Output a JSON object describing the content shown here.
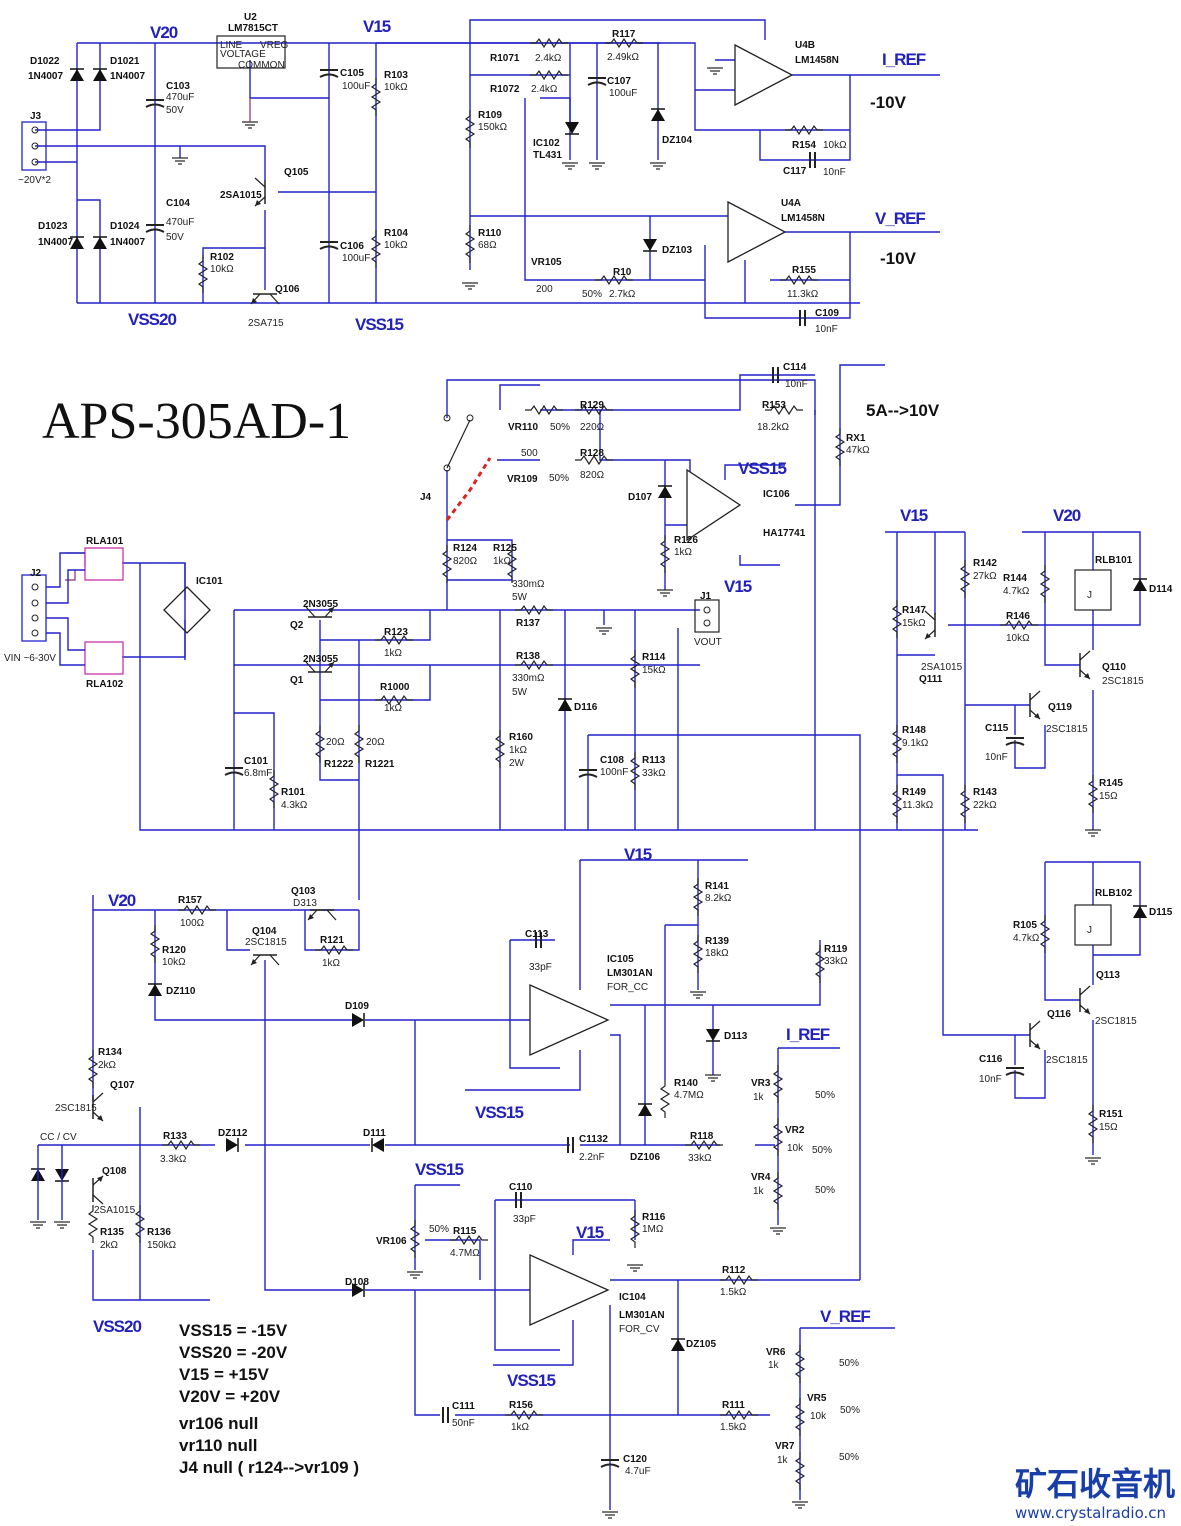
{
  "title": "APS-305AD-1",
  "output_spec": "5A-->10V",
  "nets": {
    "v20": "V20",
    "v15": "V15",
    "vss20": "VSS20",
    "vss15": "VSS15",
    "i_ref": "I_REF",
    "v_ref": "V_REF",
    "minus10v": "-10V"
  },
  "connectors": {
    "j3": {
      "ref": "J3",
      "value": "~20V*2"
    },
    "j2": {
      "ref": "J2",
      "value": "VIN ~6-30V"
    },
    "j1": {
      "ref": "J1",
      "value": "VOUT"
    },
    "j4": {
      "ref": "J4"
    }
  },
  "ics": {
    "u2": {
      "ref": "U2",
      "value": "LM7815CT",
      "pin_line": "LINE",
      "pin_voltage": "VOLTAGE",
      "pin_vreg": "VREG",
      "pin_common": "COMMON"
    },
    "u4b": {
      "ref": "U4B",
      "value": "LM1458N"
    },
    "u4a": {
      "ref": "U4A",
      "value": "LM1458N"
    },
    "ic102": {
      "ref": "IC102",
      "value": "TL431"
    },
    "ic101": {
      "ref": "IC101"
    },
    "ic106": {
      "ref": "IC106",
      "value": "HA17741"
    },
    "ic105": {
      "ref": "IC105",
      "value": "LM301AN",
      "role": "FOR_CC"
    },
    "ic104": {
      "ref": "IC104",
      "value": "LM301AN",
      "role": "FOR_CV"
    }
  },
  "diodes": {
    "d1022": {
      "ref": "D1022",
      "value": "1N4007"
    },
    "d1021": {
      "ref": "D1021",
      "value": "1N4007"
    },
    "d1023": {
      "ref": "D1023",
      "value": "1N4007"
    },
    "d1024": {
      "ref": "D1024",
      "value": "1N4007"
    },
    "dz104": {
      "ref": "DZ104"
    },
    "dz103": {
      "ref": "DZ103"
    },
    "d107": {
      "ref": "D107"
    },
    "d116": {
      "ref": "D116"
    },
    "d114": {
      "ref": "D114"
    },
    "d115": {
      "ref": "D115"
    },
    "dz110": {
      "ref": "DZ110"
    },
    "d109": {
      "ref": "D109"
    },
    "dz112": {
      "ref": "DZ112"
    },
    "d111": {
      "ref": "D111"
    },
    "d113": {
      "ref": "D113"
    },
    "dz106": {
      "ref": "DZ106"
    },
    "d108": {
      "ref": "D108"
    },
    "dz105": {
      "ref": "DZ105"
    },
    "led_label": "CC / CV"
  },
  "capacitors": {
    "c103": {
      "ref": "C103",
      "value": "470uF",
      "rating": "50V"
    },
    "c104": {
      "ref": "C104",
      "value": "470uF",
      "rating": "50V"
    },
    "c105": {
      "ref": "C105",
      "value": "100uF"
    },
    "c106": {
      "ref": "C106",
      "value": "100uF"
    },
    "c107": {
      "ref": "C107",
      "value": "100uF"
    },
    "c117": {
      "ref": "C117",
      "value": "10nF"
    },
    "c109": {
      "ref": "C109",
      "value": "10nF"
    },
    "c114": {
      "ref": "C114",
      "value": "10nF"
    },
    "c101": {
      "ref": "C101",
      "value": "6.8mF"
    },
    "c108": {
      "ref": "C108",
      "value": "100nF"
    },
    "c115": {
      "ref": "C115",
      "value": "10nF"
    },
    "c116": {
      "ref": "C116",
      "value": "10nF"
    },
    "c113": {
      "ref": "C113",
      "value": "33pF"
    },
    "c1132": {
      "ref": "C1132",
      "value": "2.2nF"
    },
    "c110": {
      "ref": "C110",
      "value": "33pF"
    },
    "c111": {
      "ref": "C111",
      "value": "50nF"
    },
    "c120": {
      "ref": "C120",
      "value": "4.7uF"
    }
  },
  "resistors": {
    "r103": {
      "ref": "R103",
      "value": "10kΩ"
    },
    "r104": {
      "ref": "R104",
      "value": "10kΩ"
    },
    "r102": {
      "ref": "R102",
      "value": "10kΩ"
    },
    "r1071": {
      "ref": "R1071",
      "value": "2.4kΩ"
    },
    "r1072": {
      "ref": "R1072",
      "value": "2.4kΩ"
    },
    "r117": {
      "ref": "R117",
      "value": "2.49kΩ"
    },
    "r109": {
      "ref": "R109",
      "value": "150kΩ"
    },
    "r110": {
      "ref": "R110",
      "value": "68Ω"
    },
    "r10": {
      "ref": "R10",
      "value": "2.7kΩ"
    },
    "r154": {
      "ref": "R154",
      "value": "10kΩ"
    },
    "r155": {
      "ref": "R155",
      "value": "11.3kΩ"
    },
    "r129": {
      "ref": "R129",
      "value": "220Ω"
    },
    "r128": {
      "ref": "R128",
      "value": "820Ω"
    },
    "r153": {
      "ref": "R153",
      "value": "18.2kΩ"
    },
    "rx1": {
      "ref": "RX1",
      "value": "47kΩ"
    },
    "r124": {
      "ref": "R124",
      "value": "820Ω"
    },
    "r125": {
      "ref": "R125",
      "value": "1kΩ"
    },
    "r126": {
      "ref": "R126",
      "value": "1kΩ"
    },
    "r137": {
      "ref": "R137",
      "value": "330mΩ",
      "rating": "5W"
    },
    "r138": {
      "ref": "R138",
      "value": "330mΩ",
      "rating": "5W"
    },
    "r123": {
      "ref": "R123",
      "value": "1kΩ"
    },
    "r1000": {
      "ref": "R1000",
      "value": "1kΩ"
    },
    "r1222": {
      "ref": "R1222",
      "value": "20Ω"
    },
    "r1221": {
      "ref": "R1221",
      "value": "20Ω"
    },
    "r101": {
      "ref": "R101",
      "value": "4.3kΩ"
    },
    "r160": {
      "ref": "R160",
      "value": "1kΩ",
      "rating": "2W"
    },
    "r114": {
      "ref": "R114",
      "value": "15kΩ"
    },
    "r113": {
      "ref": "R113",
      "value": "33kΩ"
    },
    "r142": {
      "ref": "R142",
      "value": "27kΩ"
    },
    "r144": {
      "ref": "R144",
      "value": "4.7kΩ"
    },
    "r147": {
      "ref": "R147",
      "value": "15kΩ"
    },
    "r146": {
      "ref": "R146",
      "value": "10kΩ"
    },
    "r148": {
      "ref": "R148",
      "value": "9.1kΩ"
    },
    "r149": {
      "ref": "R149",
      "value": "11.3kΩ"
    },
    "r143": {
      "ref": "R143",
      "value": "22kΩ"
    },
    "r145": {
      "ref": "R145",
      "value": "15Ω"
    },
    "r105": {
      "ref": "R105",
      "value": "4.7kΩ"
    },
    "r151": {
      "ref": "R151",
      "value": "15Ω"
    },
    "r157": {
      "ref": "R157",
      "value": "100Ω"
    },
    "r120": {
      "ref": "R120",
      "value": "10kΩ"
    },
    "r121": {
      "ref": "R121",
      "value": "1kΩ"
    },
    "r141": {
      "ref": "R141",
      "value": "8.2kΩ"
    },
    "r139": {
      "ref": "R139",
      "value": "18kΩ"
    },
    "r119": {
      "ref": "R119",
      "value": "33kΩ"
    },
    "r140": {
      "ref": "R140",
      "value": "4.7MΩ"
    },
    "r118": {
      "ref": "R118",
      "value": "33kΩ"
    },
    "r134": {
      "ref": "R134",
      "value": "2kΩ"
    },
    "r133": {
      "ref": "R133",
      "value": "3.3kΩ"
    },
    "r135": {
      "ref": "R135",
      "value": "2kΩ"
    },
    "r136": {
      "ref": "R136",
      "value": "150kΩ"
    },
    "r115": {
      "ref": "R115",
      "value": "4.7MΩ"
    },
    "r116": {
      "ref": "R116",
      "value": "1MΩ"
    },
    "r112": {
      "ref": "R112",
      "value": "1.5kΩ"
    },
    "r156": {
      "ref": "R156",
      "value": "1kΩ"
    },
    "r111": {
      "ref": "R111",
      "value": "1.5kΩ"
    }
  },
  "pots": {
    "vr105": {
      "ref": "VR105",
      "value": "200",
      "setting": "50%"
    },
    "vr110": {
      "ref": "VR110",
      "setting": "50%"
    },
    "vr109": {
      "ref": "VR109",
      "value": "500",
      "setting": "50%"
    },
    "vr3": {
      "ref": "VR3",
      "value": "1k",
      "setting": "50%"
    },
    "vr2": {
      "ref": "VR2",
      "value": "10k",
      "setting": "50%"
    },
    "vr4": {
      "ref": "VR4",
      "value": "1k",
      "setting": "50%"
    },
    "vr106": {
      "ref": "VR106",
      "setting": "50%"
    },
    "vr6": {
      "ref": "VR6",
      "value": "1k",
      "setting": "50%"
    },
    "vr5": {
      "ref": "VR5",
      "value": "10k",
      "setting": "50%"
    },
    "vr7": {
      "ref": "VR7",
      "value": "1k",
      "setting": "50%"
    }
  },
  "transistors": {
    "q105": {
      "ref": "Q105",
      "value": "2SA1015"
    },
    "q106": {
      "ref": "Q106",
      "value": "2SA715"
    },
    "q2": {
      "ref": "Q2",
      "value": "2N3055"
    },
    "q1": {
      "ref": "Q1",
      "value": "2N3055"
    },
    "q111": {
      "ref": "Q111",
      "value": "2SA1015"
    },
    "q110": {
      "ref": "Q110",
      "value": "2SC1815"
    },
    "q119": {
      "ref": "Q119",
      "value": "2SC1815"
    },
    "q113": {
      "ref": "Q113",
      "value": "2SC1815"
    },
    "q116": {
      "ref": "Q116",
      "value": "2SC1815"
    },
    "q103": {
      "ref": "Q103",
      "value": "D313"
    },
    "q104": {
      "ref": "Q104",
      "value": "2SC1815"
    },
    "q107": {
      "ref": "Q107",
      "value": "2SC1815"
    },
    "q108": {
      "ref": "Q108",
      "value": "2SA1015"
    }
  },
  "relays": {
    "rla101": "RLA101",
    "rla102": "RLA102",
    "rlb101": "RLB101",
    "rlb102": "RLB102"
  },
  "notes": [
    "VSS15  = -15V",
    "VSS20  = -20V",
    "V15      = +15V",
    "V20V   = +20V",
    "vr106  null",
    "vr110 null",
    "J4  null ( r124-->vr109 )"
  ],
  "watermark": {
    "text": "矿石收音机",
    "url": "www.crystalradio.cn"
  }
}
